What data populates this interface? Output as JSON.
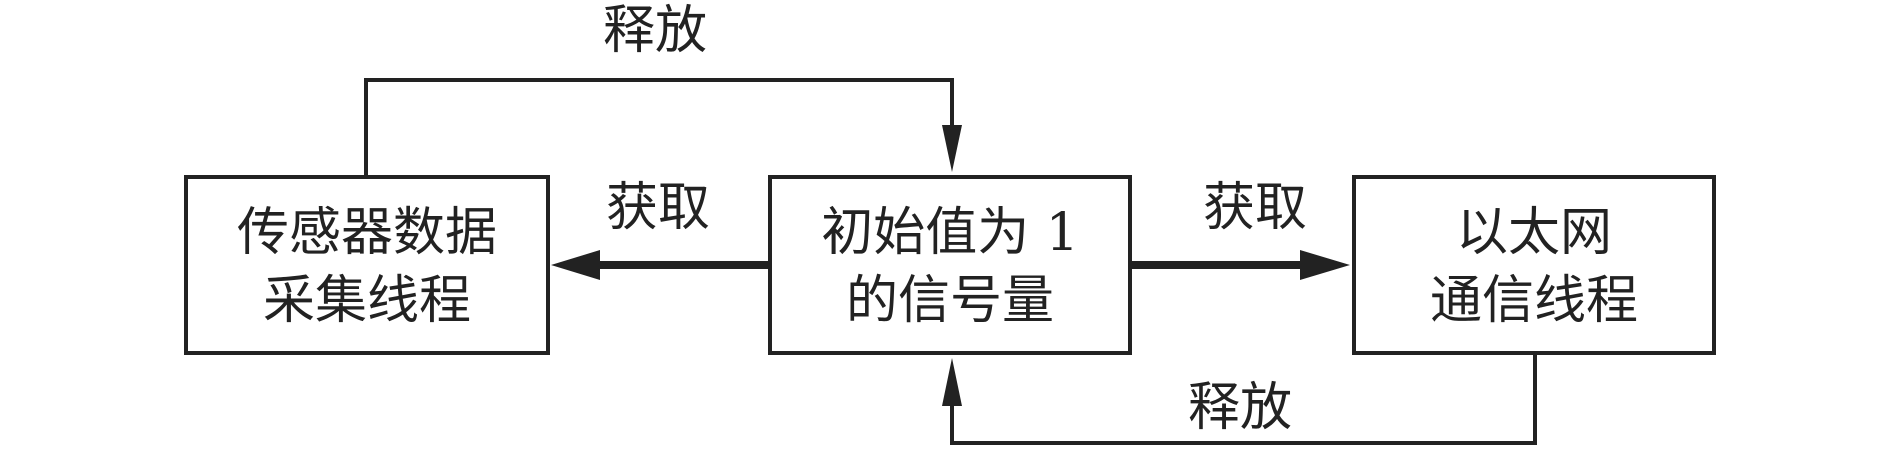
{
  "nodes": {
    "sensor": {
      "line1": "传感器数据",
      "line2": "采集线程"
    },
    "semaphore": {
      "line1": "初始值为 1",
      "line2": "的信号量"
    },
    "ethernet": {
      "line1": "以太网",
      "line2": "通信线程"
    }
  },
  "edges": {
    "release_top": "释放",
    "acquire_left": "获取",
    "acquire_right": "获取",
    "release_bottom": "释放"
  },
  "colors": {
    "stroke": "#222222"
  }
}
